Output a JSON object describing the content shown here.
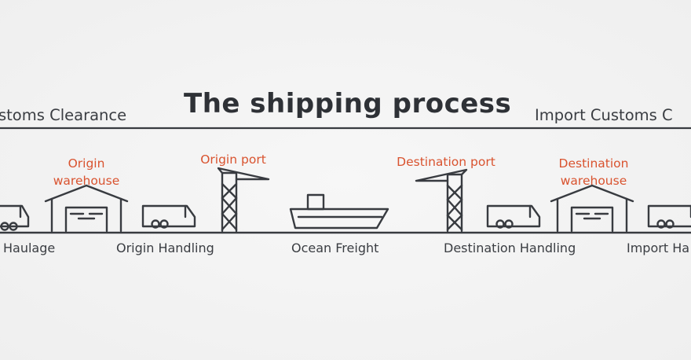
{
  "title": "The shipping process",
  "stages": {
    "export_customs": "stoms Clearance",
    "import_customs": "Import Customs C"
  },
  "accent_labels": {
    "origin_warehouse": [
      "Origin",
      "warehouse"
    ],
    "origin_port": "Origin port",
    "destination_port": "Destination port",
    "destination_warehouse": [
      "Destination",
      "warehouse"
    ]
  },
  "steps": {
    "export_haulage": "Haulage",
    "origin_handling": "Origin Handling",
    "ocean_freight": "Ocean Freight",
    "destination_handling": "Destination Handling",
    "import_haulage": "Import Ha"
  },
  "colors": {
    "accent": "#d9532f",
    "ink": "#383b40",
    "background": "#f2f2f2"
  },
  "icons": [
    "truck-icon",
    "warehouse-icon",
    "crane-icon",
    "ship-icon"
  ]
}
